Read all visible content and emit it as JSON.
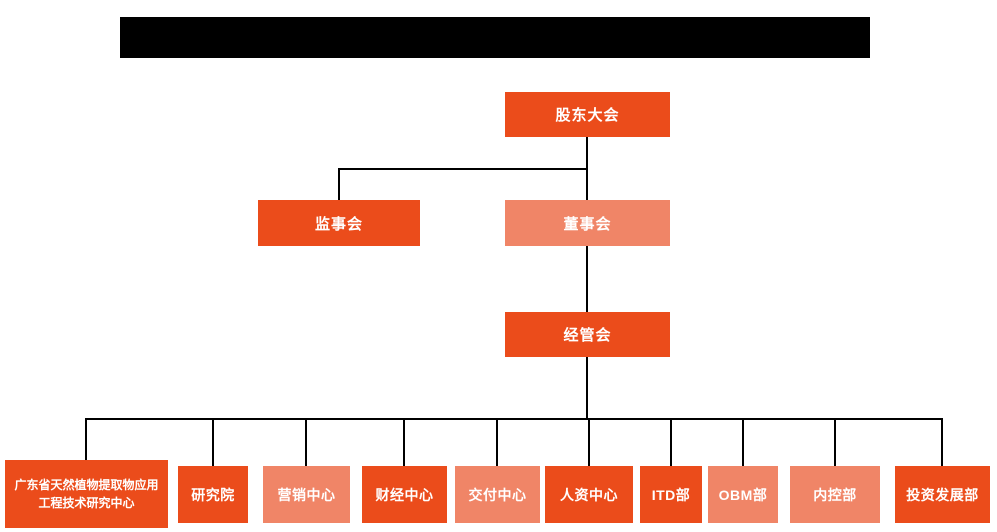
{
  "colors": {
    "primary": "#EB4C1B",
    "light": "#F08567",
    "line": "#000000",
    "background": "#FFFFFF"
  },
  "org_chart": {
    "top": {
      "label": "股东大会",
      "variant": "primary"
    },
    "level2": {
      "supervisory_board": {
        "label": "监事会",
        "variant": "primary"
      },
      "board_of_directors": {
        "label": "董事会",
        "variant": "light"
      }
    },
    "level3": {
      "label": "经管会",
      "variant": "primary"
    },
    "departments": [
      {
        "label": "广东省天然植物提取物应用工程技术研究中心",
        "variant": "primary"
      },
      {
        "label": "研究院",
        "variant": "primary"
      },
      {
        "label": "营销中心",
        "variant": "light"
      },
      {
        "label": "财经中心",
        "variant": "primary"
      },
      {
        "label": "交付中心",
        "variant": "light"
      },
      {
        "label": "人资中心",
        "variant": "primary"
      },
      {
        "label": "ITD部",
        "variant": "primary"
      },
      {
        "label": "OBM部",
        "variant": "light"
      },
      {
        "label": "内控部",
        "variant": "light"
      },
      {
        "label": "投资发展部",
        "variant": "primary"
      }
    ]
  }
}
